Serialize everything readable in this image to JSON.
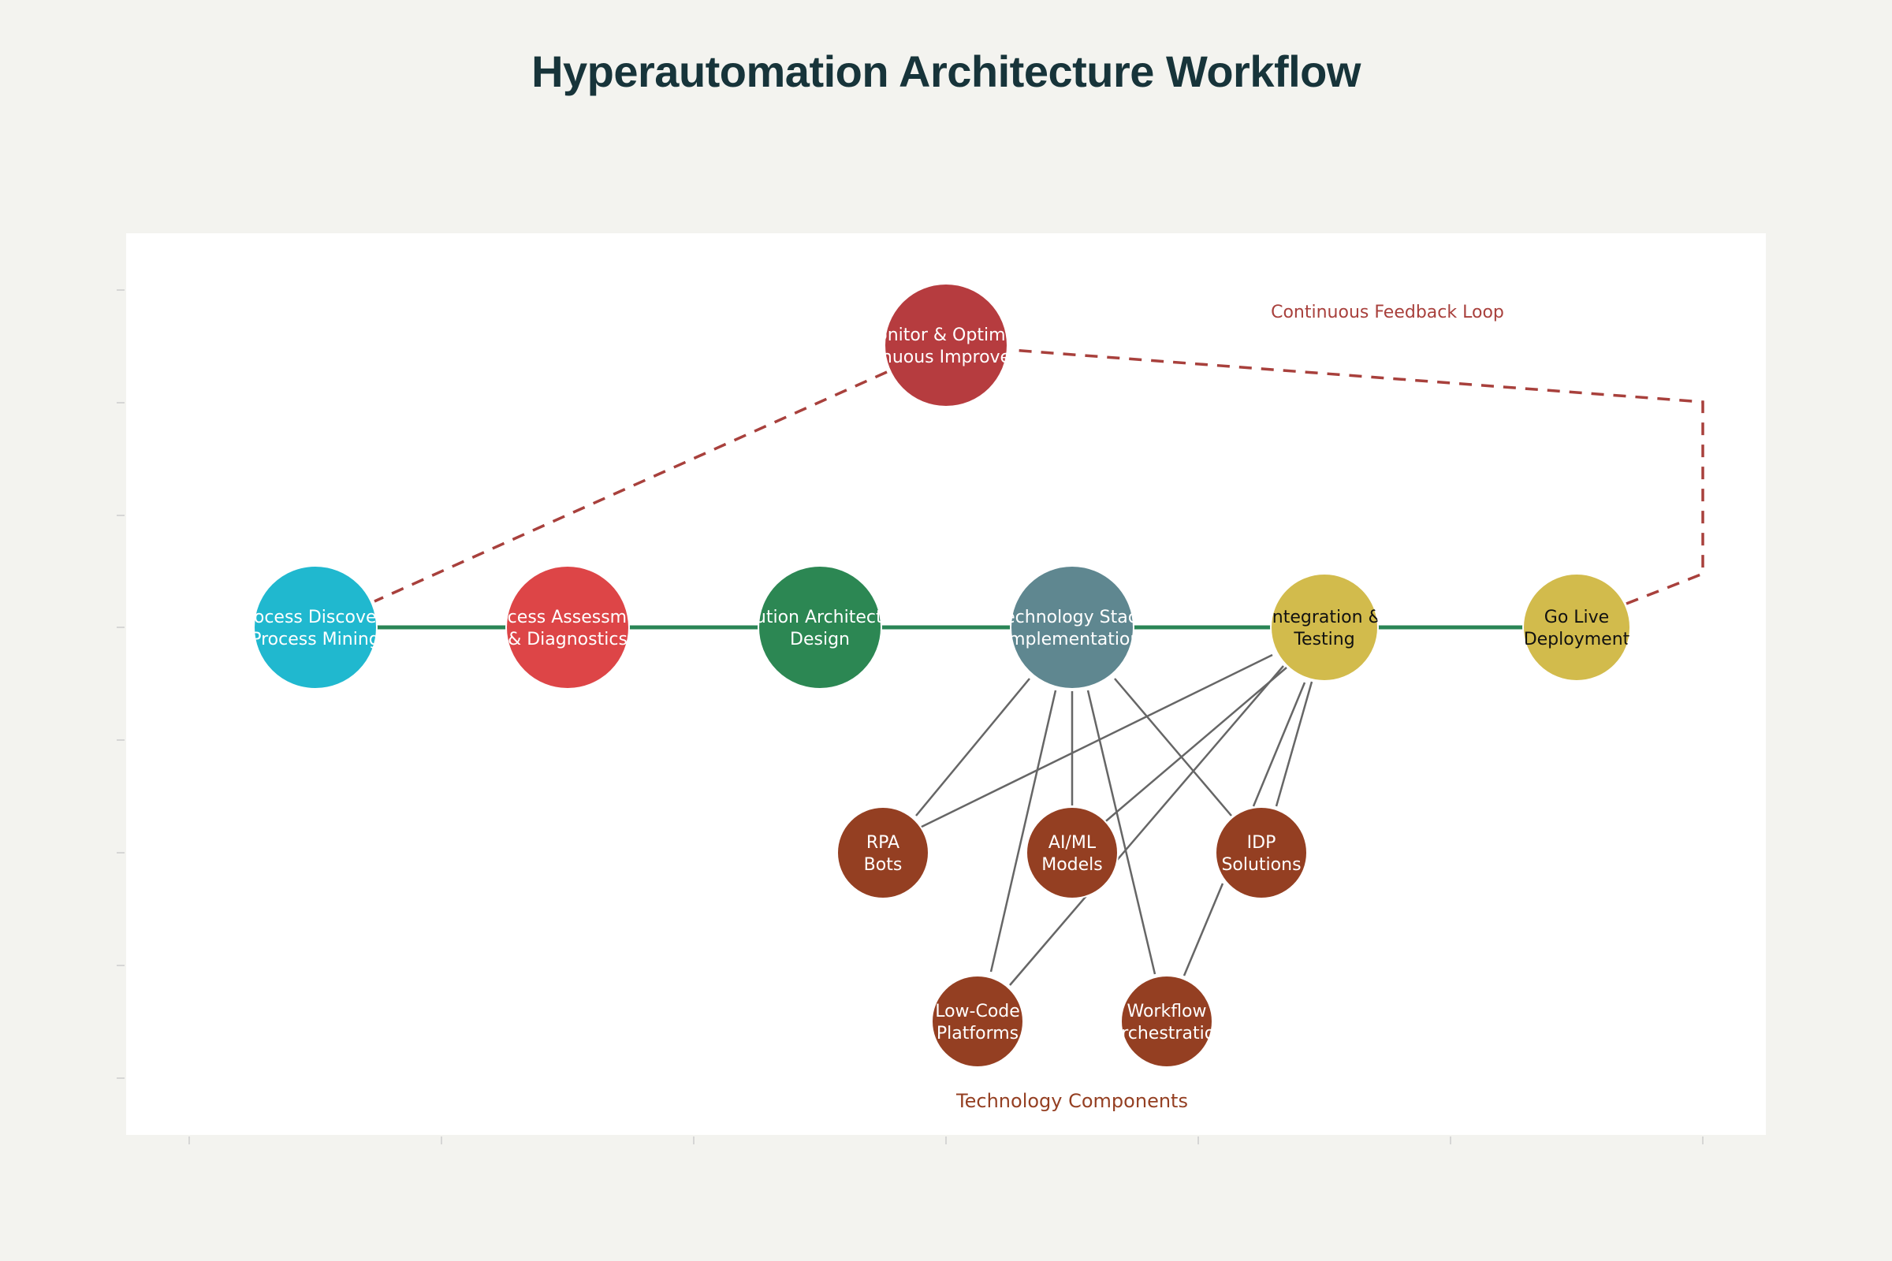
{
  "title": "Hyperautomation Architecture Workflow",
  "colors": {
    "background": "#f3f3ef",
    "panel": "#ffffff",
    "title": "#17343a",
    "main_flow_line": "#2a8556",
    "component_line": "#666666",
    "feedback_line": "#a8403c",
    "tech_component": "#943f22"
  },
  "nodes": [
    {
      "id": "process-discovery",
      "lines": [
        "Process Discovery",
        "Process Mining"
      ],
      "color": "#20b8cf",
      "text_color": "#ffffff"
    },
    {
      "id": "process-assessment",
      "lines": [
        "Process Assessment",
        "& Diagnostics"
      ],
      "color": "#dd4547",
      "text_color": "#ffffff"
    },
    {
      "id": "solution-architecture",
      "lines": [
        "Solution Architecture",
        "Design"
      ],
      "color": "#2c8753",
      "text_color": "#ffffff"
    },
    {
      "id": "technology-stack",
      "lines": [
        "Technology Stack",
        "Implementation"
      ],
      "color": "#5f8790",
      "text_color": "#ffffff"
    },
    {
      "id": "integration-testing",
      "lines": [
        "Integration &",
        "Testing"
      ],
      "color": "#d2bb4c",
      "text_color": "#111111"
    },
    {
      "id": "go-live",
      "lines": [
        "Go Live",
        "Deployment"
      ],
      "color": "#d2bb4c",
      "text_color": "#111111"
    },
    {
      "id": "monitor-optimize",
      "lines": [
        "Monitor & Optimize",
        "Continuous Improvement"
      ],
      "color": "#b63c3f",
      "text_color": "#ffffff"
    },
    {
      "id": "rpa-bots",
      "lines": [
        "RPA",
        "Bots"
      ],
      "color": "#943f22",
      "text_color": "#ffffff"
    },
    {
      "id": "ai-ml-models",
      "lines": [
        "AI/ML",
        "Models"
      ],
      "color": "#943f22",
      "text_color": "#ffffff"
    },
    {
      "id": "idp-solutions",
      "lines": [
        "IDP",
        "Solutions"
      ],
      "color": "#943f22",
      "text_color": "#ffffff"
    },
    {
      "id": "low-code-platforms",
      "lines": [
        "Low-Code",
        "Platforms"
      ],
      "color": "#943f22",
      "text_color": "#ffffff"
    },
    {
      "id": "workflow-orchestration",
      "lines": [
        "Workflow",
        "Orchestration"
      ],
      "color": "#943f22",
      "text_color": "#ffffff"
    }
  ],
  "main_flow": [
    "process-discovery",
    "process-assessment",
    "solution-architecture",
    "technology-stack",
    "integration-testing",
    "go-live"
  ],
  "feedback_loop": {
    "label": "Continuous Feedback Loop",
    "path": [
      "go-live",
      "monitor-optimize",
      "process-discovery"
    ]
  },
  "component_links": [
    [
      "technology-stack",
      "rpa-bots"
    ],
    [
      "technology-stack",
      "ai-ml-models"
    ],
    [
      "technology-stack",
      "idp-solutions"
    ],
    [
      "technology-stack",
      "low-code-platforms"
    ],
    [
      "technology-stack",
      "workflow-orchestration"
    ],
    [
      "integration-testing",
      "rpa-bots"
    ],
    [
      "integration-testing",
      "ai-ml-models"
    ],
    [
      "integration-testing",
      "low-code-platforms"
    ],
    [
      "integration-testing",
      "idp-solutions"
    ],
    [
      "integration-testing",
      "idp-solutions"
    ],
    [
      "idp-solutions",
      "workflow-orchestration"
    ]
  ],
  "components_label": "Technology Components"
}
